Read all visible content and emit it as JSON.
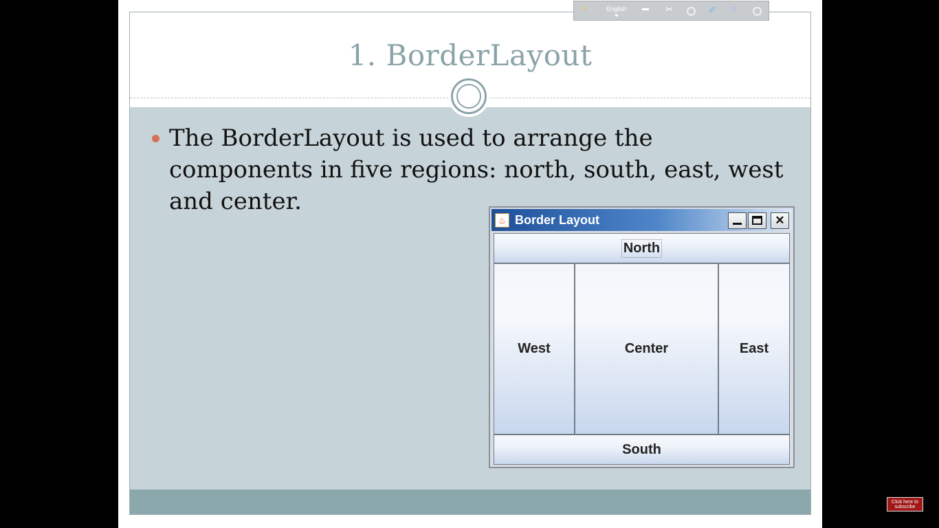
{
  "slide": {
    "title": "1. BorderLayout",
    "bullet": "The BorderLayout is used to arrange the components in five regions: north, south, east, west and center."
  },
  "toolbar": {
    "language": "English",
    "icons": [
      "translate-icon",
      "minus-icon",
      "scissors-icon",
      "gear-icon",
      "edit-icon",
      "help-icon",
      "power-icon"
    ]
  },
  "java_window": {
    "title": "Border Layout",
    "regions": {
      "north": "North",
      "west": "West",
      "center": "Center",
      "east": "East",
      "south": "South"
    },
    "title_gradient": [
      "#1d4f9a",
      "#4f86c9",
      "#dbe7f5"
    ]
  },
  "subscribe": {
    "label": "Click here to subscribe"
  },
  "colors": {
    "title_color": "#8aa3a8",
    "content_band": "#c6d3d8",
    "footer_band": "#8ba9ad",
    "bullet_dot": "#d6705a"
  }
}
